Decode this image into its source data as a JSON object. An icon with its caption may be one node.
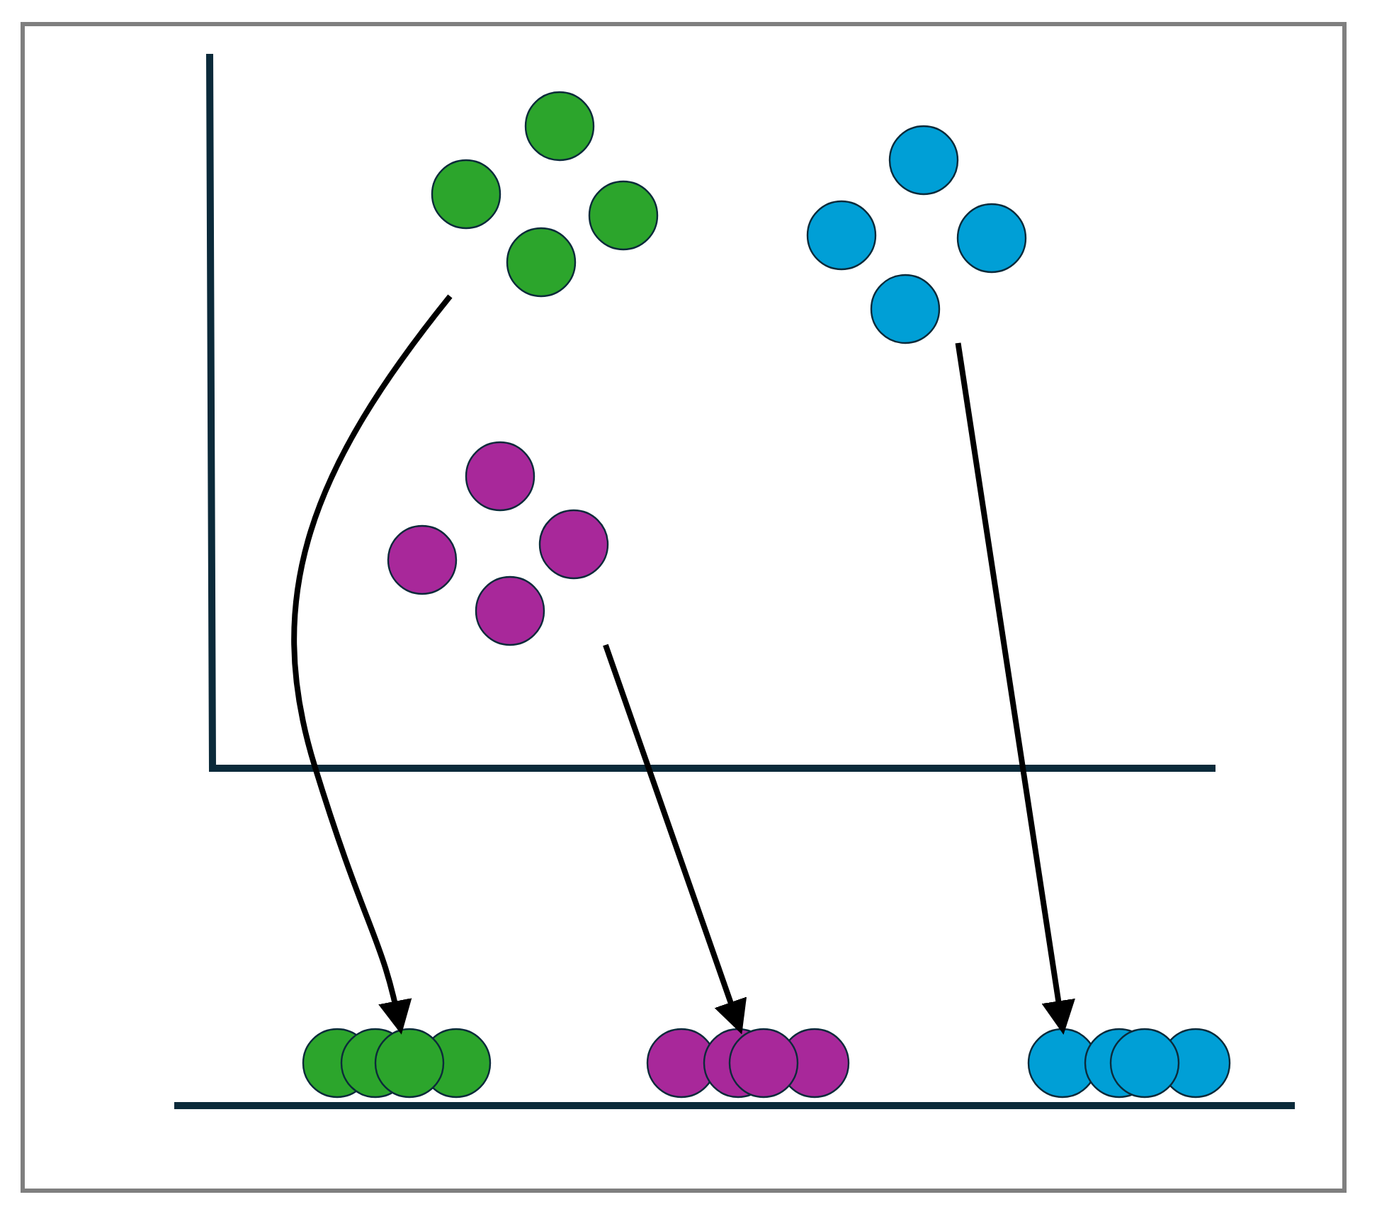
{
  "diagram": {
    "nodes": [
      {
        "text": [],
        "shape": "circle"
      },
      {
        "text": [],
        "shape": "circle"
      },
      {
        "text": [],
        "shape": "circle"
      },
      {
        "text": [],
        "shape": "circle"
      },
      {
        "text": [],
        "shape": "circle"
      },
      {
        "text": [],
        "shape": "circle"
      }
    ],
    "edges": [
      {
        "from": 0,
        "to": 3,
        "arrow": "to"
      },
      {
        "from": 2,
        "to": 4,
        "arrow": "to"
      },
      {
        "from": 1,
        "to": 5,
        "arrow": "to"
      }
    ]
  }
}
